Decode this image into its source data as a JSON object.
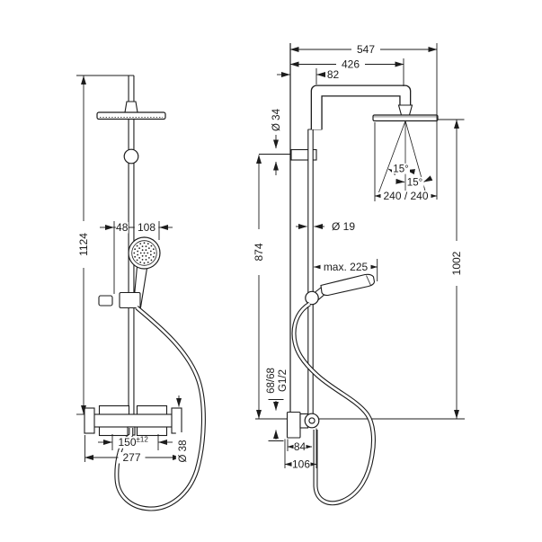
{
  "drawing": {
    "type": "shower-system-technical-drawing",
    "background": "#ffffff",
    "line_color": "#1c1c1c",
    "front_view": {
      "overall_height": "1124",
      "rail_to_bracket": "48",
      "rail_to_handshower": "108",
      "connection_centers": "150",
      "connection_tolerance": "±12",
      "valve_width": "277",
      "handle_diameter": "Ø 38"
    },
    "side_view": {
      "arm_reach_overall": "547",
      "arm_reach_center": "426",
      "wall_to_riser": "82",
      "bracket_diameter": "Ø 34",
      "riser_diameter": "Ø 19",
      "bracket_height": "874",
      "holder_reach": "max. 225",
      "head_to_valve_height": "1002",
      "spray_angle_inner": "15°",
      "spray_angle_outer": "15°",
      "spray_width": "240 / 240",
      "inlet_offset": "68/68",
      "thread_size": "G1/2",
      "hose_offset_inner": "84",
      "hose_offset_outer": "106"
    }
  }
}
